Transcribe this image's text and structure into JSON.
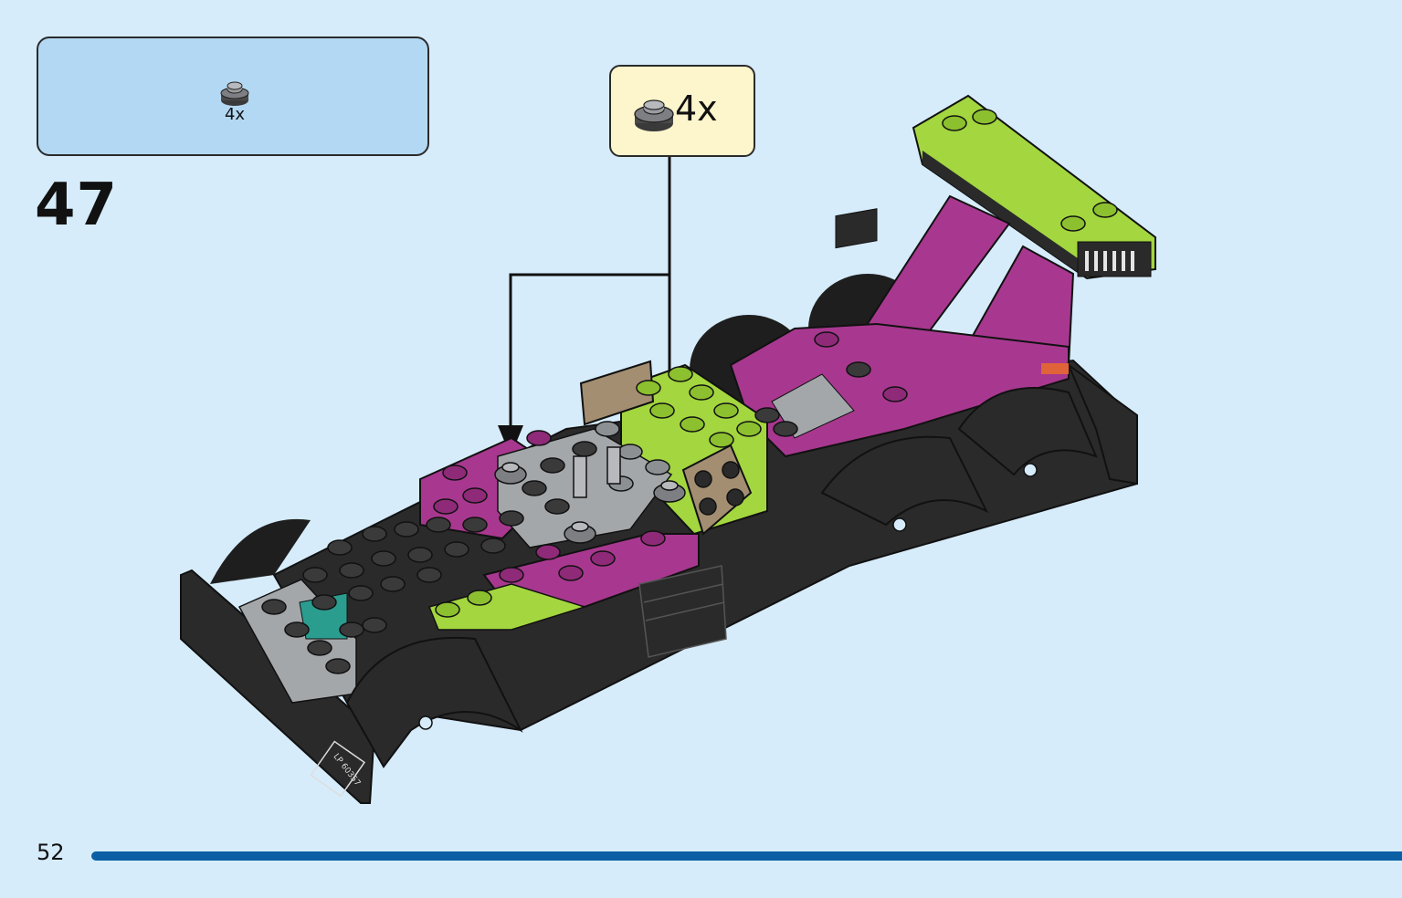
{
  "parts_list": {
    "quantity": "4x",
    "part_icon": "round-plate-1x1-dark-gray-icon"
  },
  "step": {
    "number": "47"
  },
  "callout": {
    "quantity": "4x",
    "part_icon": "round-plate-1x1-dark-gray-icon"
  },
  "page": {
    "number": "52"
  },
  "model": {
    "plate_label": "LP 60357"
  },
  "colors": {
    "background": "#d6ecfb",
    "parts_box": "#b3d8f3",
    "callout_box": "#fdf5cc",
    "footer_bar": "#0b5fa5",
    "magenta": "#a8388f",
    "lime": "#a3d63f",
    "black": "#2a2a2a",
    "gray": "#a4a7aa",
    "tan": "#a38e72"
  }
}
